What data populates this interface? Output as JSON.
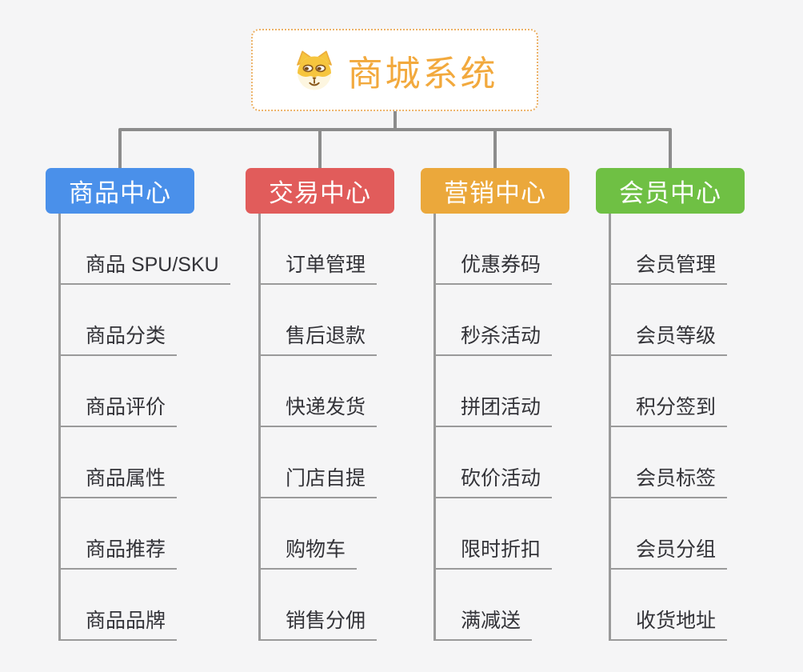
{
  "page": {
    "background": "#f5f5f6"
  },
  "root": {
    "title": "商城系统",
    "accent_color": "#f2a93d",
    "icon": "dog-icon"
  },
  "connectors": {
    "color": "#8c8c8c"
  },
  "branches": [
    {
      "label": "商品中心",
      "color": "#4a90ea",
      "items": [
        "商品 SPU/SKU",
        "商品分类",
        "商品评价",
        "商品属性",
        "商品推荐",
        "商品品牌"
      ]
    },
    {
      "label": "交易中心",
      "color": "#e15c5b",
      "items": [
        "订单管理",
        "售后退款",
        "快递发货",
        "门店自提",
        "购物车",
        "销售分佣"
      ]
    },
    {
      "label": "营销中心",
      "color": "#eba83b",
      "items": [
        "优惠券码",
        "秒杀活动",
        "拼团活动",
        "砍价活动",
        "限时折扣",
        "满减送"
      ]
    },
    {
      "label": "会员中心",
      "color": "#6fc044",
      "items": [
        "会员管理",
        "会员等级",
        "积分签到",
        "会员标签",
        "会员分组",
        "收货地址"
      ]
    }
  ]
}
